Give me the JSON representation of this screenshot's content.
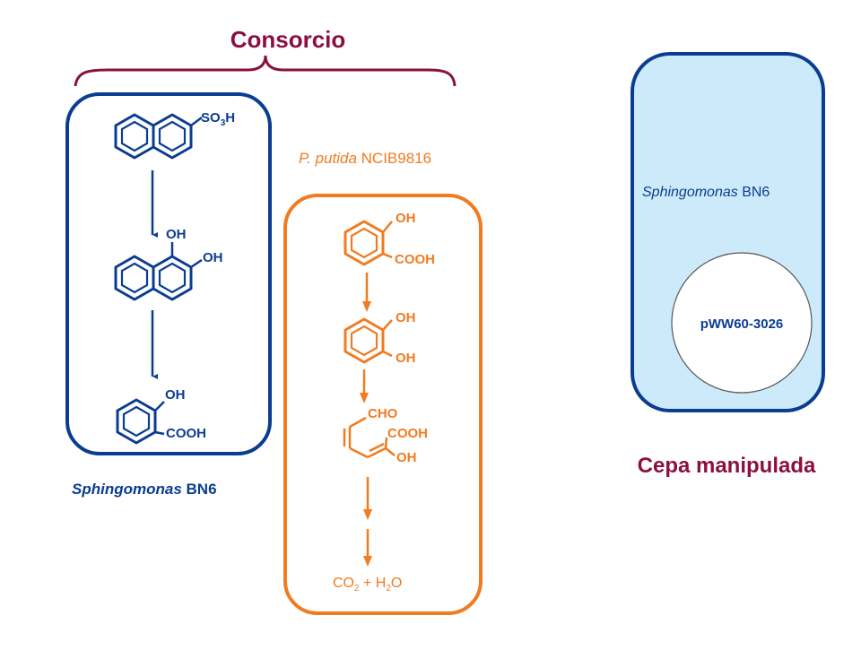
{
  "title": "Consorcio",
  "consortium": {
    "left_cell": {
      "organism": "Sphingomonas",
      "strain": "BN6",
      "molecules": {
        "naphthalene_sulfonate": {
          "label_main": "SO",
          "label_sub": "3",
          "label_end": "H"
        },
        "dihydroxynaphthalene": {
          "oh1": "OH",
          "oh2": "OH"
        },
        "salicylate": {
          "oh": "OH",
          "cooh": "COOH"
        }
      }
    },
    "right_cell": {
      "organism": "P. putida",
      "strain": "NCIB9816",
      "molecules": {
        "salicylate": {
          "oh": "OH",
          "cooh": "COOH"
        },
        "catechol": {
          "oh1": "OH",
          "oh2": "OH"
        },
        "ring_cleavage": {
          "cho": "CHO",
          "cooh": "COOH",
          "oh": "OH"
        },
        "products": {
          "co": "CO",
          "co_sub": "2",
          "plus": " + H",
          "h2o_sub": "2",
          "o": "O"
        }
      }
    }
  },
  "engineered": {
    "organism": "Sphingomonas",
    "strain": "BN6",
    "plasmid": "pWW60-3026",
    "caption": "Cepa manipulada"
  },
  "colors": {
    "blue": "#0a3d91",
    "orange": "#f07b20",
    "maroon": "#8b1040",
    "light_blue_fill": "#cdeafa"
  }
}
